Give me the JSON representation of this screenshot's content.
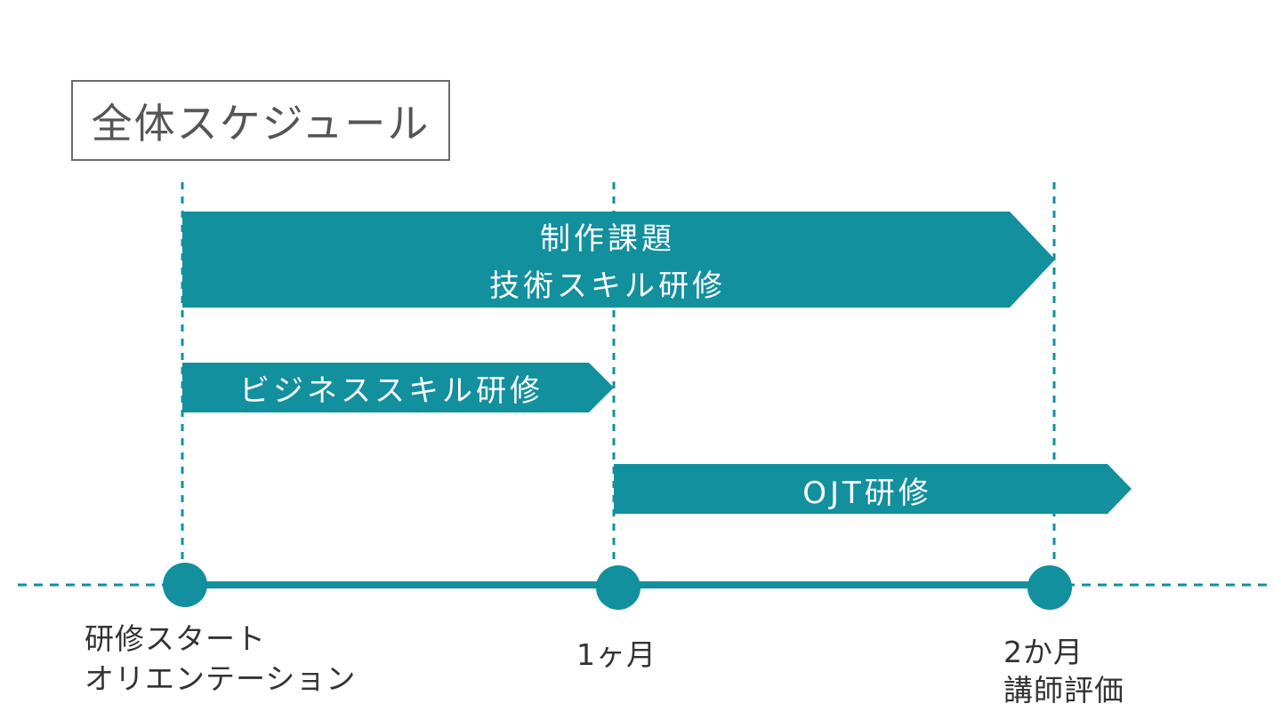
{
  "title": "全体スケジュール",
  "colors": {
    "accent": "#12909e",
    "title_border": "#6b6b6b",
    "title_text": "#555555",
    "label_text": "#333333",
    "bar_text": "#ffffff"
  },
  "bars": [
    {
      "lines": [
        "制作課題",
        "技術スキル研修"
      ],
      "from": "研修スタート",
      "to": "2か月"
    },
    {
      "lines": [
        "ビジネススキル研修"
      ],
      "from": "研修スタート",
      "to": "1ヶ月"
    },
    {
      "lines": [
        "OJT研修"
      ],
      "from": "1ヶ月",
      "to": ""
    }
  ],
  "milestones": [
    {
      "lines": [
        "研修スタート",
        "オリエンテーション"
      ]
    },
    {
      "lines": [
        "1ヶ月"
      ]
    },
    {
      "lines": [
        "2か月",
        "講師評価"
      ]
    }
  ]
}
